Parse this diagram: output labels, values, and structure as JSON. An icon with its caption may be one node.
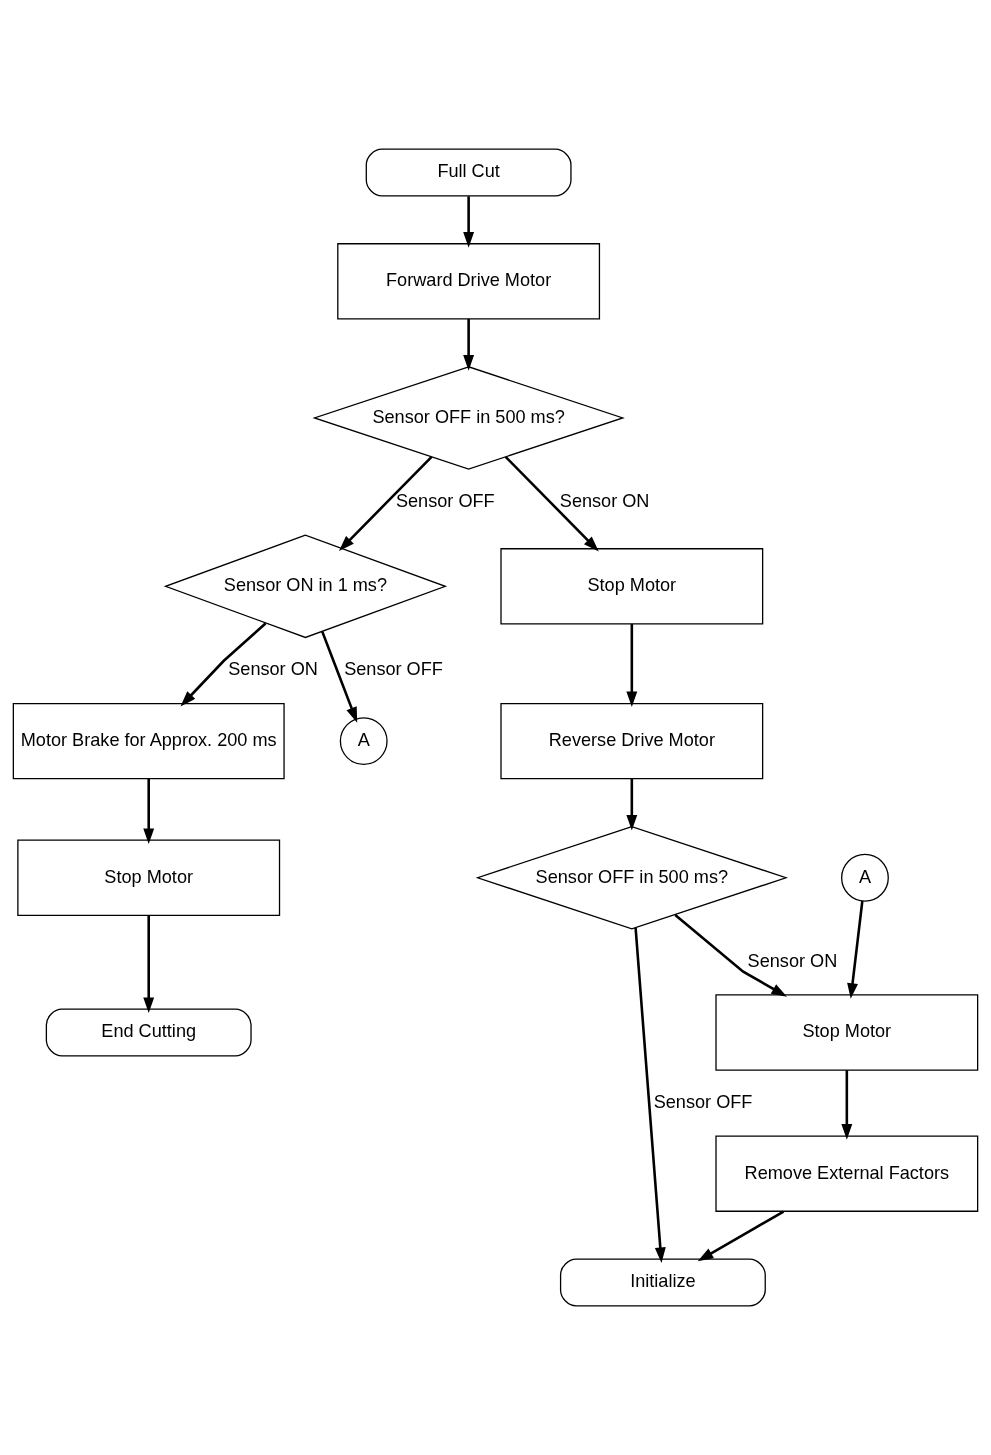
{
  "diagram": {
    "nodes": [
      {
        "text": [
          "Full Cut"
        ]
      },
      {
        "text": [
          "Forward Drive Motor"
        ]
      },
      {
        "text": [
          "Sensor OFF in 500 ms?"
        ]
      },
      {
        "text": [
          "Sensor ON in 1 ms?"
        ]
      },
      {
        "text": [
          "A"
        ]
      },
      {
        "text": [
          "Motor Brake for Approx. 200 ms"
        ]
      },
      {
        "text": [
          "Stop Motor"
        ]
      },
      {
        "text": [
          "End Cutting"
        ]
      },
      {
        "text": [
          "Stop Motor"
        ]
      },
      {
        "text": [
          "Reverse Drive Motor"
        ]
      },
      {
        "text": [
          "Sensor OFF in 500 ms?"
        ]
      },
      {
        "text": [
          "A"
        ]
      },
      {
        "text": [
          "Stop Motor"
        ]
      },
      {
        "text": [
          "Remove External Factors"
        ]
      },
      {
        "text": [
          "Initialize"
        ]
      }
    ],
    "edges": [
      {
        "from": 0,
        "to": 1,
        "arrow": "to"
      },
      {
        "from": 1,
        "to": 2,
        "arrow": "to"
      },
      {
        "from": 2,
        "to": 8,
        "arrow": "to",
        "label": "Sensor ON"
      },
      {
        "from": 2,
        "to": 3,
        "arrow": "to",
        "label": "Sensor OFF"
      },
      {
        "from": 3,
        "to": 4,
        "arrow": "to",
        "label": "Sensor OFF"
      },
      {
        "from": 3,
        "to": 5,
        "arrow": "to",
        "label": "Sensor ON"
      },
      {
        "from": 5,
        "to": 6,
        "arrow": "to"
      },
      {
        "from": 6,
        "to": 7,
        "arrow": "to"
      },
      {
        "from": 8,
        "to": 9,
        "arrow": "to"
      },
      {
        "from": 9,
        "to": 10,
        "arrow": "to"
      },
      {
        "from": 10,
        "to": 12,
        "arrow": "to",
        "label": "Sensor ON"
      },
      {
        "from": 11,
        "to": 12,
        "arrow": "to"
      },
      {
        "from": 12,
        "to": 13,
        "arrow": "to"
      },
      {
        "from": 10,
        "to": 14,
        "arrow": "to",
        "label": "Sensor OFF"
      },
      {
        "from": 13,
        "to": 14,
        "arrow": "to"
      }
    ]
  }
}
